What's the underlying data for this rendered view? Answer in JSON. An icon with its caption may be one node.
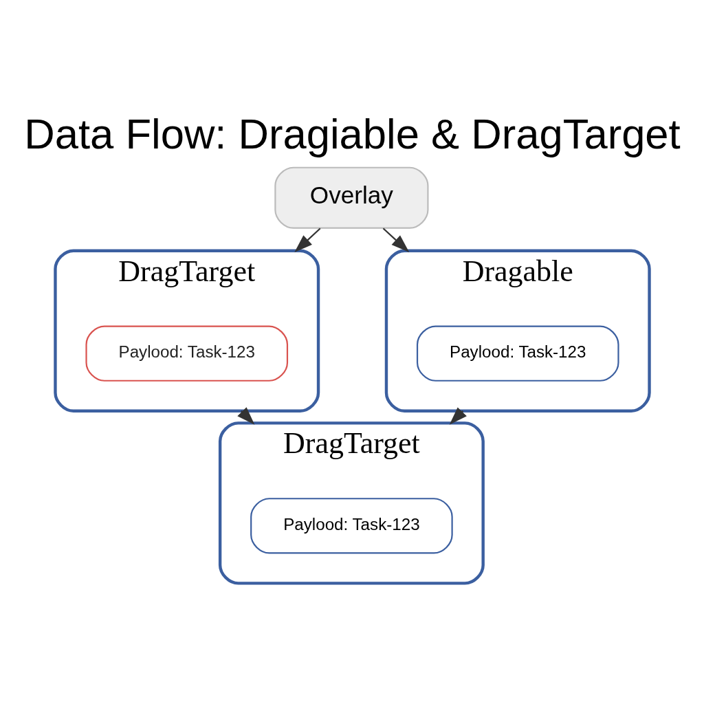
{
  "diagram": {
    "title": "Data Flow: Dragiable & DragTarget",
    "nodes": [
      {
        "text": [
          "Overlay"
        ]
      },
      {
        "text": [
          "DragTarget"
        ]
      },
      {
        "text": [
          "Paylood: Task-123"
        ],
        "in": 1
      },
      {
        "text": [
          "Dragable"
        ]
      },
      {
        "text": [
          "Paylood: Task-123"
        ],
        "in": 3
      },
      {
        "text": [
          "DragTarget"
        ]
      },
      {
        "text": [
          "Paylood: Task-123"
        ],
        "in": 5
      }
    ],
    "edges": [
      {
        "from": 0,
        "to": 1,
        "arrow": "to"
      },
      {
        "from": 0,
        "to": 3,
        "arrow": "to"
      },
      {
        "from": 3,
        "to": 5,
        "arrow": "to"
      },
      {
        "from": 1,
        "to": 5,
        "arrow": "to"
      }
    ]
  }
}
